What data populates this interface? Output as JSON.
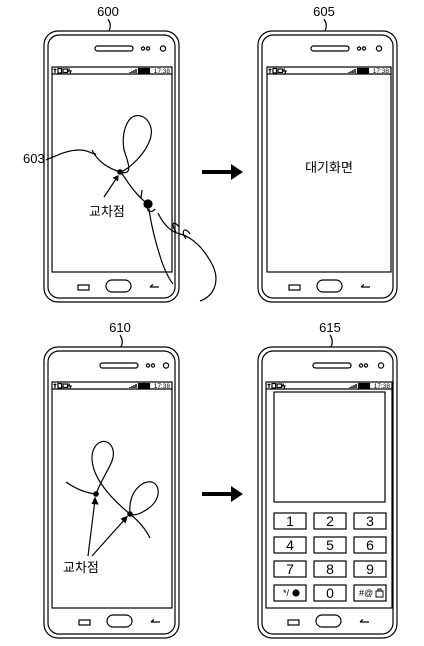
{
  "figure": {
    "ref_600": "600",
    "ref_605": "605",
    "ref_610": "610",
    "ref_615": "615",
    "ref_603": "603",
    "status_time": "17:38",
    "intersection_label": "교차점",
    "standby_screen_text": "대기화면",
    "keypad": {
      "keys": [
        "1",
        "2",
        "3",
        "4",
        "5",
        "6",
        "7",
        "8",
        "9",
        "*/",
        "0",
        "#@"
      ]
    }
  }
}
